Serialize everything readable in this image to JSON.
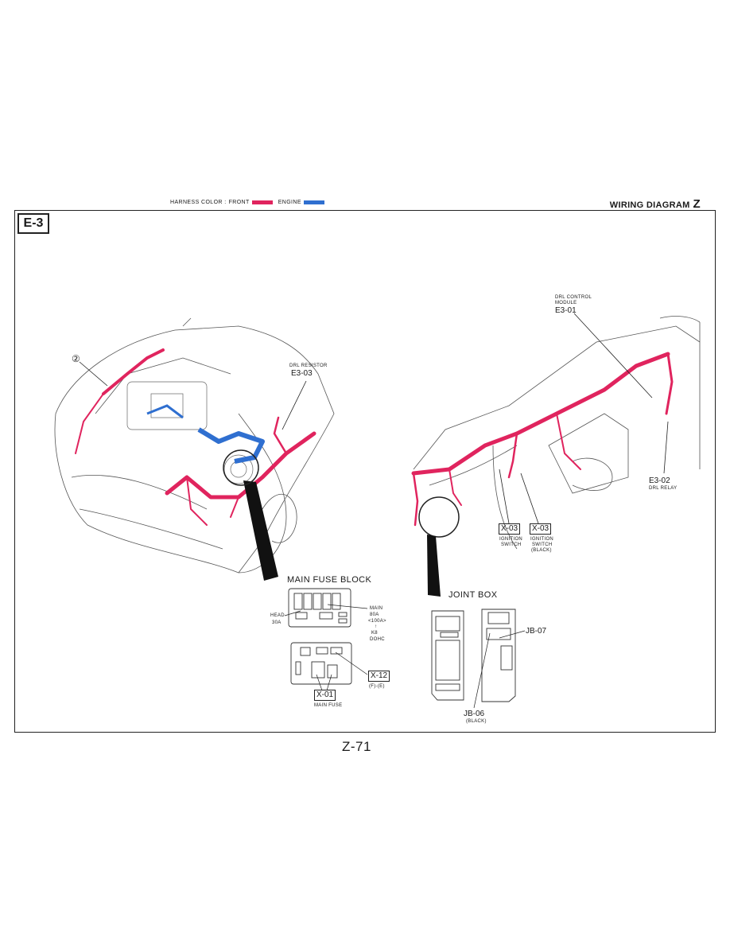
{
  "header": {
    "harness_color_label": "HARNESS COLOR :",
    "front_label": "FRONT",
    "engine_label": "ENGINE",
    "front_color": "#e0245e",
    "engine_color": "#2f6fd0",
    "title": "WIRING DIAGRAM",
    "title_letter": "Z"
  },
  "section_tag": "E-3",
  "engine_bay": {
    "callout_number": "②",
    "drl_resistor_label": "DRL RESISTOR",
    "drl_resistor_code": "E3-03"
  },
  "dashboard": {
    "drl_control_module_label_line1": "DRL CONTROL",
    "drl_control_module_label_line2": "MODULE",
    "drl_control_module_code": "E3-01",
    "drl_relay_code": "E3-02",
    "drl_relay_label": "DRL RELAY",
    "ignition_switch_code": "X-03",
    "ignition_switch_label_line1": "IGNITION",
    "ignition_switch_label_line2": "SWITCH",
    "ignition_switch_black_code": "X-03",
    "ignition_switch_black_line1": "IGNITION",
    "ignition_switch_black_line2": "SWITCH",
    "ignition_switch_black_line3": "(BLACK)"
  },
  "main_fuse_block": {
    "title": "MAIN FUSE BLOCK",
    "head_label": "HEAD",
    "head_rating": "30A",
    "main_label": "MAIN",
    "main_rating": "80A",
    "main_alt_rating": "<100A>",
    "main_arrow": "↑",
    "main_engine_line1": "K8",
    "main_engine_line2": "DOHC",
    "x12_code": "X-12",
    "x12_note": "(F)-(E)",
    "x01_code": "X-01",
    "x01_label": "MAIN FUSE"
  },
  "joint_box": {
    "title": "JOINT BOX",
    "jb07_code": "JB-07",
    "jb06_code": "JB-06",
    "jb06_note": "(BLACK)"
  },
  "page_number": "Z-71"
}
